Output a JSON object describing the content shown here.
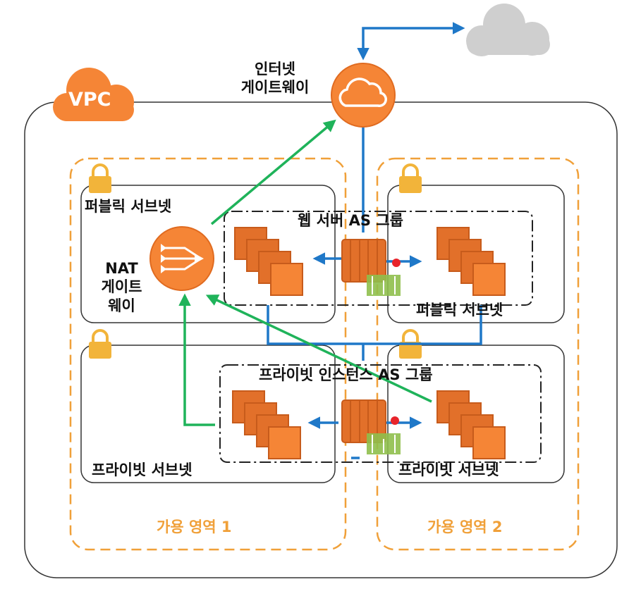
{
  "vpc": {
    "label": "VPC"
  },
  "internet_gateway": {
    "line1": "인터넷",
    "line2": "게이트웨이"
  },
  "nat_gateway": {
    "line1": "NAT",
    "line2": "게이트",
    "line3": "웨이"
  },
  "az1": {
    "label": "가용 영역 1",
    "public_subnet_label": "퍼블릭 서브넷",
    "private_subnet_label": "프라이빗 서브넷"
  },
  "az2": {
    "label": "가용 영역 2",
    "public_subnet_label": "퍼블릭 서브넷",
    "private_subnet_label": "프라이빗 서브넷"
  },
  "web_as_group": {
    "label": "웹 서버 AS 그룹"
  },
  "private_as_group": {
    "label": "프라이빗 인스턴스 AS 그룹"
  },
  "colors": {
    "orange": "#f58536",
    "instance_dark": "#c75b1b",
    "az_border": "#f0a039",
    "blue_arrow": "#1f78c8",
    "green_arrow": "#1fb35a",
    "cloud_gray": "#cfcfcf",
    "lock": "#f2b43a"
  }
}
